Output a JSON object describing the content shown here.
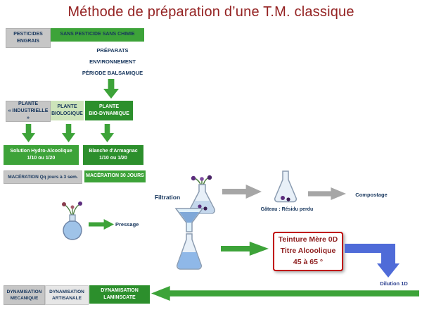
{
  "title": "Méthode de préparation d’une T.M. classique",
  "colors": {
    "title_red": "#942222",
    "navy_text": "#17365d",
    "green": "#3da339",
    "dark_green": "#2c8f2c",
    "light_green": "#cde4ba",
    "gray_box": "#c6c6c6",
    "arrow_gray": "#a6a6a6",
    "arrow_blue": "#4f6bd8",
    "red_box_border": "#c00000",
    "red_box_text": "#8e1f1f"
  },
  "top": {
    "pesticides": "PESTICIDES\nENGRAIS",
    "sans_pesticide": "SANS PESTICIDE SANS CHIMIE",
    "preparats": "PRÉPARATS",
    "environnement": "ENVIRONNEMENT",
    "periode_balsamique": "PÉRIODE BALSAMIQUE"
  },
  "plants": {
    "industrielle": "PLANTE\n« INDUSTRIELLE »",
    "biologique": "PLANTE\nBIOLOGIQUE",
    "bio_dynamique": "PLANTE\nBIO-DYNAMIQUE"
  },
  "solutions": {
    "hydro_alcoolique": "Solution Hydro-Alcoolique\n1/10 ou 1/20",
    "blanche_armagnac": "Blanche d'Armagnac\n1/10 ou 1/20"
  },
  "maceration": {
    "qq_jours": "MACÉRATION Qq jours à 3 sem.",
    "trente_jours": "MACÉRATION 30 JOURS"
  },
  "process": {
    "filtration": "Filtration",
    "pressage": "Pressage",
    "gateau": "Gâteau : Résidu perdu",
    "compostage": "Compostage",
    "teinture_mere": "Teinture Mère 0D\nTitre Alcoolique\n45 à 65 °",
    "dilution": "Dilution 1D"
  },
  "dynamisation": {
    "mecanique": "DYNAMISATION\nMECANIQUE",
    "artisanale": "DYNAMISATION\nARTISANALE",
    "laminscate": "DYNAMISATION\nLAMINSCATE"
  },
  "icons": {
    "flask_flowers": "erlenmeyer-flask-with-flowers",
    "flask_residue": "erlenmeyer-flask-with-residue",
    "bottle": "bottle-with-flowers",
    "funnel": "filter-funnel-over-flask"
  }
}
